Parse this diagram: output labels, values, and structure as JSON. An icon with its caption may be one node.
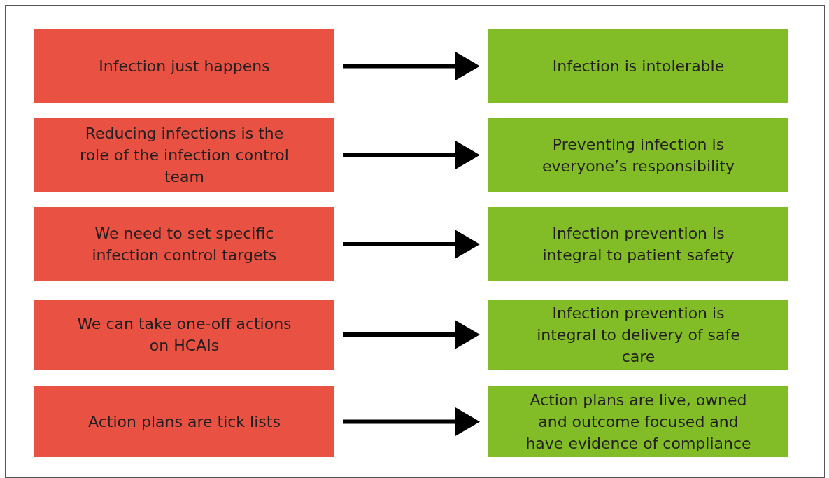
{
  "diagram": {
    "nodes": [
      {
        "text": [
          "Infection just happens"
        ]
      },
      {
        "text": [
          "Infection is intolerable"
        ]
      },
      {
        "text": [
          "Reducing infections is the role of the infection control team"
        ]
      },
      {
        "text": [
          "Preventing infection is everyone’s responsibility"
        ]
      },
      {
        "text": [
          "We need to set specific infection control targets"
        ]
      },
      {
        "text": [
          "Infection prevention is integral to patient safety"
        ]
      },
      {
        "text": [
          "We can take one-off actions on HCAIs"
        ]
      },
      {
        "text": [
          "Infection prevention is integral to delivery of safe care"
        ]
      },
      {
        "text": [
          "Action plans are tick lists"
        ]
      },
      {
        "text": [
          "Action plans are live, owned and outcome focused and have evidence of compliance"
        ]
      }
    ],
    "edges": [
      {
        "from": 0,
        "to": 1,
        "arrow": "to"
      },
      {
        "from": 2,
        "to": 3,
        "arrow": "to"
      },
      {
        "from": 4,
        "to": 5,
        "arrow": "to"
      },
      {
        "from": 6,
        "to": 7,
        "arrow": "to"
      },
      {
        "from": 8,
        "to": 9,
        "arrow": "to"
      }
    ]
  }
}
